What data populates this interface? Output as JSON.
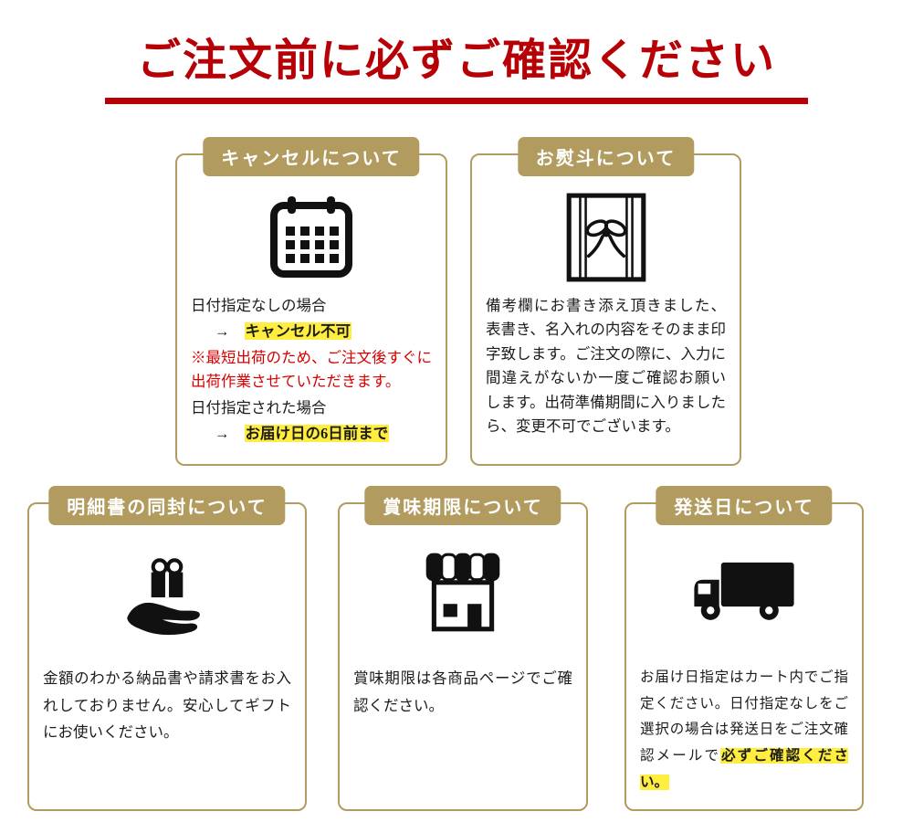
{
  "page": {
    "title": "ご注文前に必ずご確認ください"
  },
  "colors": {
    "title_red": "#b70005",
    "gold_accent": "#b19b5e",
    "highlight_yellow": "#ffee3f",
    "warning_red": "#d70000"
  },
  "cards": {
    "cancel": {
      "header": "キャンセルについて",
      "icon": "calendar-icon",
      "line1": "日付指定なしの場合",
      "arrow": "→",
      "highlight1": "キャンセル不可",
      "warning": "※最短出荷のため、ご注文後すぐに出荷作業させていただきます。",
      "line2": "日付指定された場合",
      "highlight2": "お届け日の6日前まで"
    },
    "noshi": {
      "header": "お熨斗について",
      "icon": "noshi-gift-wrap-icon",
      "body": "備考欄にお書き添え頂きました、表書き、名入れの内容をそのまま印字致します。ご注文の際に、入力に間違えがないか一度ご確認お願いします。出荷準備期間に入りましたら、変更不可でございます。"
    },
    "invoice": {
      "header": "明細書の同封について",
      "icon": "gift-in-hand-icon",
      "body": "金額のわかる納品書や請求書をお入れしておりません。安心してギフトにお使いください。"
    },
    "expiry": {
      "header": "賞味期限について",
      "icon": "storefront-icon",
      "body": "賞味期限は各商品ページでご確認ください。"
    },
    "shipping": {
      "header": "発送日について",
      "icon": "delivery-truck-icon",
      "body": "お届け日指定はカート内でご指定ください。日付指定なしをご選択の場合は発送日をご注文確認メールで",
      "highlight": "必ずご確認ください。"
    }
  }
}
